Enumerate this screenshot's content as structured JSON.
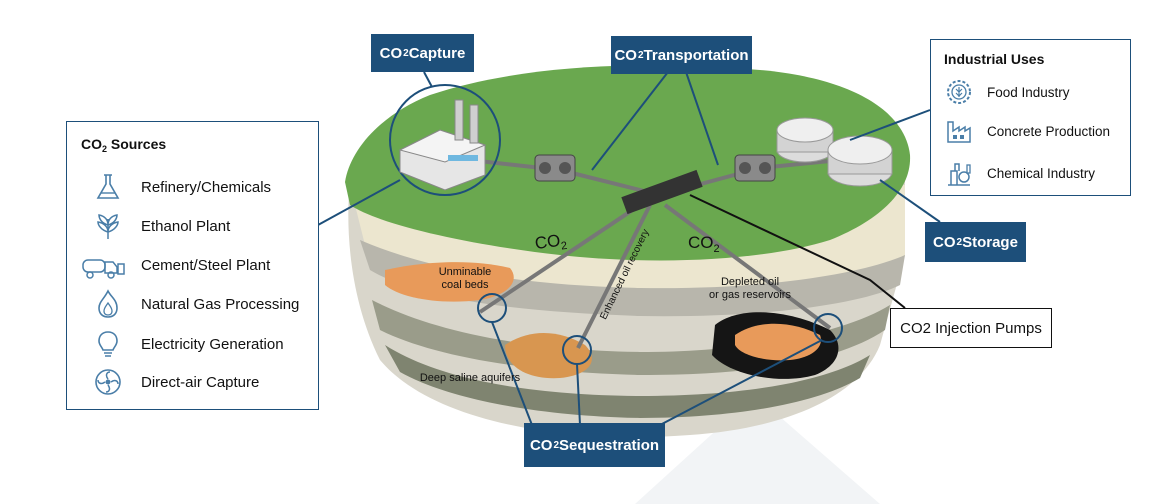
{
  "labels": {
    "capture": {
      "main": "CO",
      "sub": "2",
      "rest": " Capture"
    },
    "transportation": {
      "main": "CO",
      "sub": "2",
      "rest": " Transportation"
    },
    "storage": {
      "main": "CO",
      "sub": "2",
      "rest": " Storage"
    },
    "sequestration": {
      "main": "CO",
      "sub": "2",
      "rest": " Sequestration"
    },
    "injection_pumps": "CO2 Injection Pumps"
  },
  "sources": {
    "title_main": "CO",
    "title_sub": "2",
    "title_rest": " Sources",
    "items": [
      {
        "label": "Refinery/Chemicals",
        "icon": "flask-icon"
      },
      {
        "label": "Ethanol Plant",
        "icon": "plant-icon"
      },
      {
        "label": "Cement/Steel Plant",
        "icon": "cement-truck-icon"
      },
      {
        "label": "Natural Gas Processing",
        "icon": "flame-icon"
      },
      {
        "label": "Electricity Generation",
        "icon": "lightbulb-icon"
      },
      {
        "label": "Direct-air Capture",
        "icon": "fan-icon"
      }
    ]
  },
  "industrial_uses": {
    "title": "Industrial Uses",
    "items": [
      {
        "label": "Food Industry",
        "icon": "wheat-gear-icon"
      },
      {
        "label": "Concrete Production",
        "icon": "factory-icon"
      },
      {
        "label": "Chemical Industry",
        "icon": "chemical-plant-icon"
      }
    ]
  },
  "geology": {
    "coal": [
      "Unminable",
      "coal beds"
    ],
    "saline": "Deep saline aquifers",
    "eor": "Enhanced oil recovery",
    "depleted": [
      "Depleted oil",
      "or gas reservoirs"
    ],
    "co2_left": {
      "main": "CO",
      "sub": "2"
    },
    "co2_right": {
      "main": "CO",
      "sub": "2"
    }
  },
  "colors": {
    "navy": "#1d4f7a",
    "grass": "#6aa84f",
    "soil": "#ece6cf",
    "rock": "#c9c7bd",
    "coal_orange": "#e89a5a",
    "icon_blue": "#4a7ea8"
  }
}
